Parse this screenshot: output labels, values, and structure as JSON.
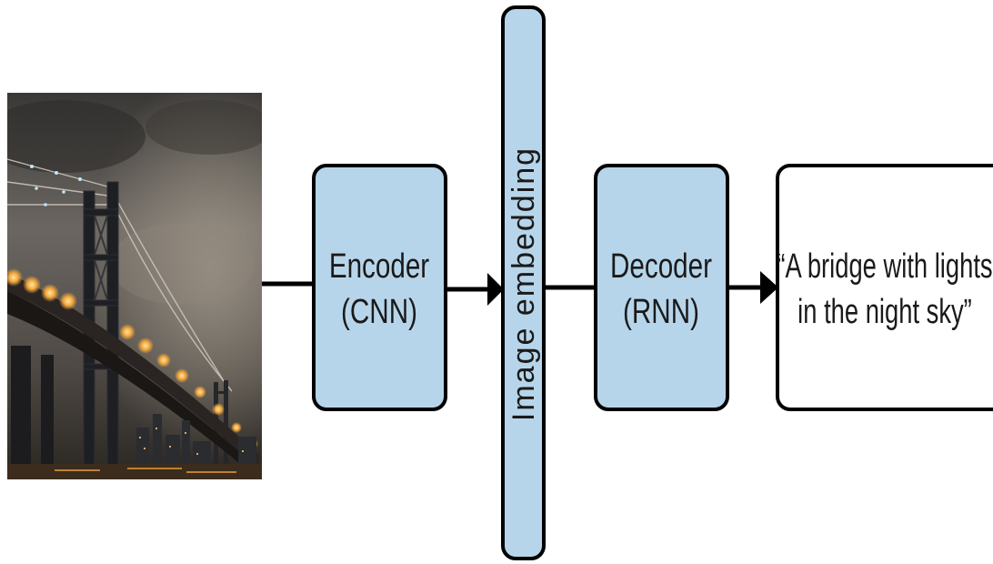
{
  "encoder": {
    "line1": "Encoder",
    "line2": "(CNN)"
  },
  "embedding": {
    "label": "Image embedding"
  },
  "decoder": {
    "line1": "Decoder",
    "line2": "(RNN)"
  },
  "caption": {
    "line1": "“A bridge with lights",
    "line2": "in the night sky”"
  },
  "photo": {
    "subject": "bridge at night"
  },
  "colors": {
    "box_fill": "#b7d5ea",
    "stroke": "#000000",
    "caption_fill": "#ffffff",
    "sky": "#4a4642",
    "lights": "#f3a63a"
  }
}
